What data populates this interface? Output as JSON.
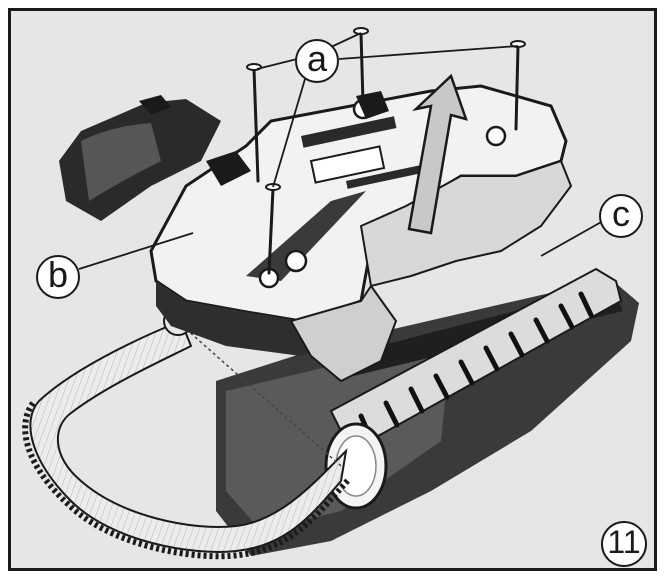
{
  "callouts": {
    "a": "a",
    "b": "b",
    "c": "c"
  },
  "figure_number": "11",
  "colors": {
    "background": "#e6e6e6",
    "ink": "#1a1a1a",
    "arrow_fill": "#c8c8c8"
  }
}
